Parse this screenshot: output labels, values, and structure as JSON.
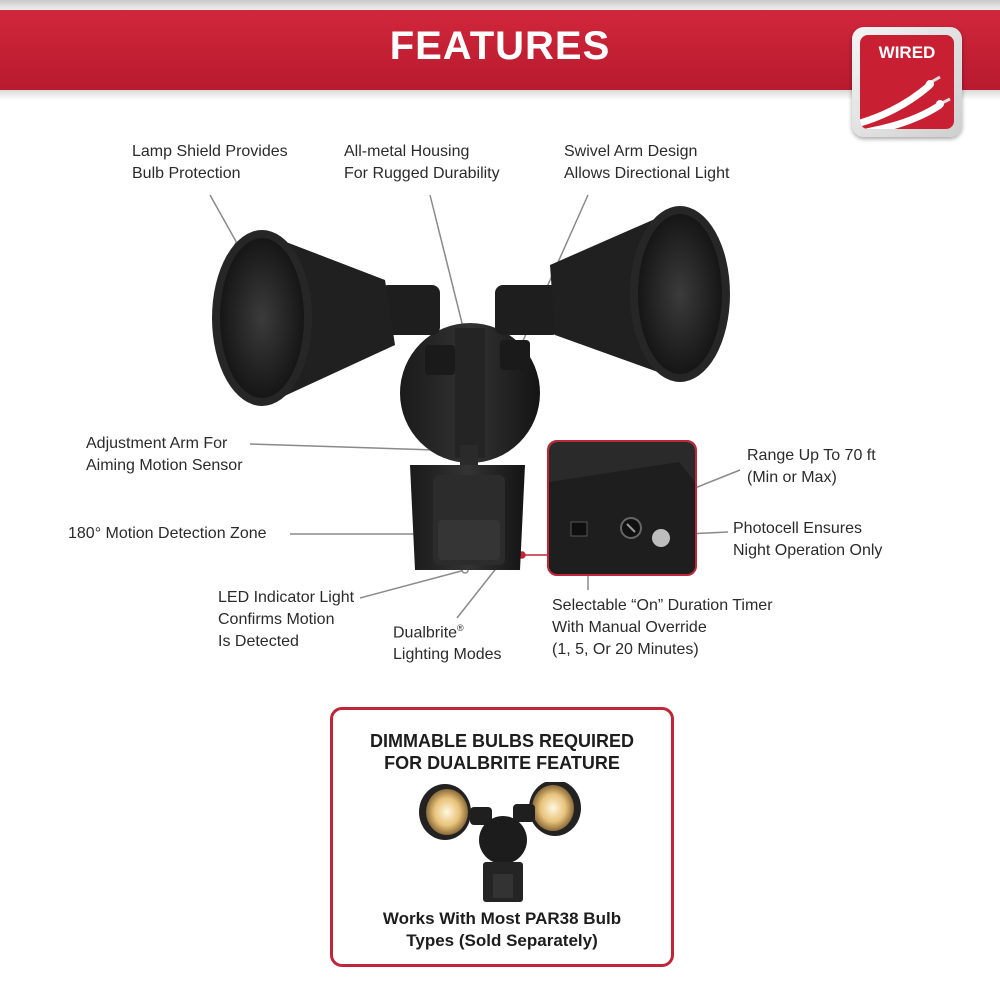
{
  "header": {
    "title": "FEATURES",
    "badge": "WIRED"
  },
  "callouts": {
    "lamp_shield": [
      "Lamp Shield Provides",
      "Bulb Protection"
    ],
    "housing": [
      "All-metal Housing",
      "For Rugged Durability"
    ],
    "swivel": [
      "Swivel Arm Design",
      "Allows Directional Light"
    ],
    "adjust_arm": [
      "Adjustment Arm For",
      "Aiming Motion Sensor"
    ],
    "motion_zone": "180° Motion Detection Zone",
    "led": [
      "LED Indicator Light",
      "Confirms Motion",
      "Is Detected"
    ],
    "dualbrite_name": "Dualbrite",
    "dualbrite_mark": "®",
    "dualbrite_line2": "Lighting Modes",
    "range": [
      "Range Up To 70 ft",
      "(Min or Max)"
    ],
    "photocell": [
      "Photocell Ensures",
      "Night Operation Only"
    ],
    "timer": [
      "Selectable “On” Duration Timer",
      "With Manual Override",
      "(1, 5, Or 20 Minutes)"
    ]
  },
  "notice": {
    "title": [
      "DIMMABLE BULBS REQUIRED",
      "FOR DUALBRITE FEATURE"
    ],
    "footer": [
      "Works With Most PAR38 Bulb",
      "Types (Sold Separately)"
    ]
  },
  "colors": {
    "banner": "#c8203a",
    "fixture": "#222222",
    "accent_border": "#c0263a"
  }
}
